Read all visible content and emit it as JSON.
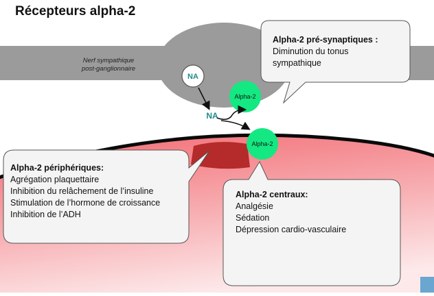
{
  "title": "Récepteurs alpha-2",
  "nerve": {
    "label_line1": "Nerf sympathique",
    "label_line2": "post-ganglionnaire"
  },
  "molecules": {
    "na_vesicle": "NA",
    "na_released": "NA",
    "receptor_pre": "Alpha-2",
    "receptor_post": "Alpha-2"
  },
  "callouts": {
    "presynaptic": {
      "head": "Alpha-2 pré-synaptiques :",
      "lines": [
        "Diminution du tonus",
        "sympathique"
      ]
    },
    "peripheral": {
      "head": "Alpha-2 périphériques:",
      "lines": [
        "Agrégation plaquettaire",
        "Inhibition du relâchement de l’insuline",
        "Stimulation de l’hormone de croissance",
        "Inhibition de l’ADH"
      ]
    },
    "central": {
      "head": "Alpha-2 centraux:",
      "lines": [
        "Analgésie",
        "Sédation",
        "Dépression cardio-vasculaire"
      ]
    }
  },
  "colors": {
    "nerve_gray": "#9b9b9b",
    "receptor_green": "#14e882",
    "cell_red": "#f26a72",
    "dark_red": "#b52a2a",
    "na_text": "#1f8a8a"
  }
}
